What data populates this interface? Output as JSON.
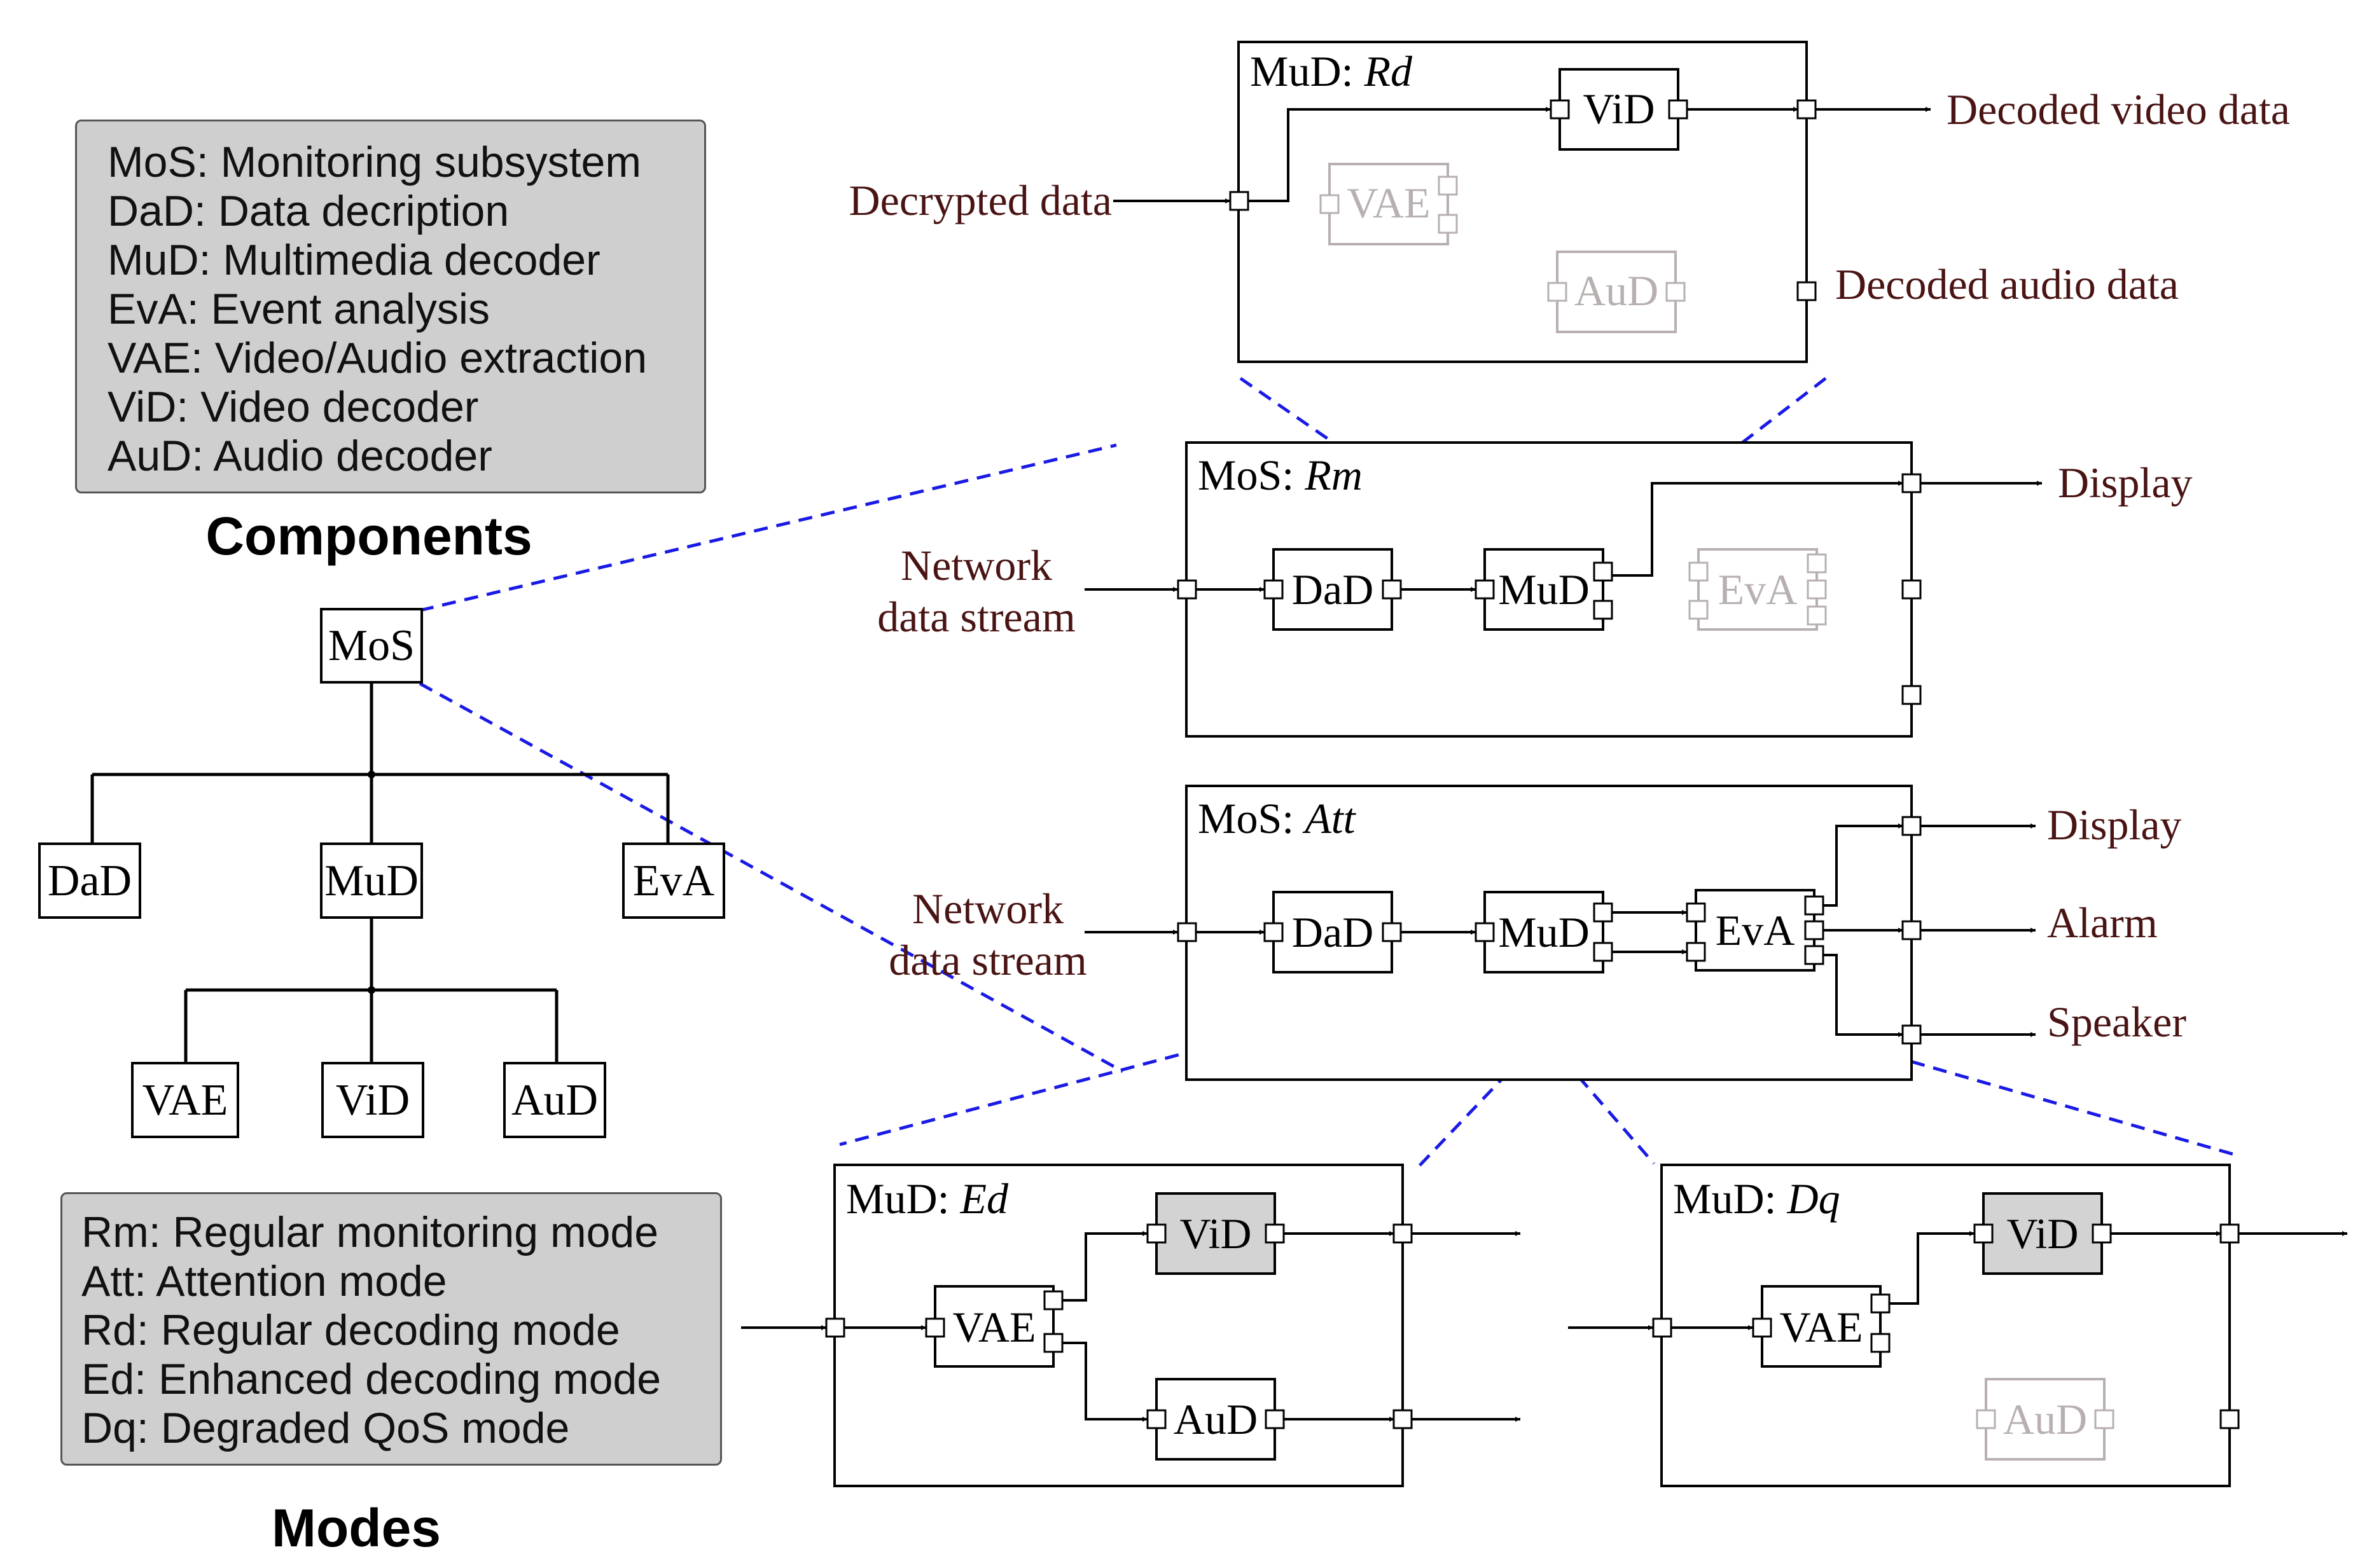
{
  "components_legend": {
    "caption": "Components",
    "items": [
      "MoS: Monitoring subsystem",
      "DaD: Data decription",
      "MuD: Multimedia decoder",
      "EvA: Event analysis",
      "VAE: Video/Audio extraction",
      "ViD: Video decoder",
      "AuD: Audio decoder"
    ]
  },
  "modes_legend": {
    "caption": "Modes",
    "items": [
      "Rm: Regular monitoring mode",
      "Att: Attention mode",
      "Rd: Regular decoding mode",
      "Ed: Enhanced decoding mode",
      "Dq: Degraded QoS mode"
    ]
  },
  "tree": {
    "root": "MoS",
    "level1": [
      "DaD",
      "MuD",
      "EvA"
    ],
    "level2": [
      "VAE",
      "ViD",
      "AuD"
    ]
  },
  "mode_rd": {
    "component": "MuD:",
    "mode": "Rd",
    "blocks": {
      "vid": "ViD",
      "vae": "VAE",
      "aud": "AuD"
    },
    "input": "Decrypted data",
    "out_video": "Decoded video data",
    "out_audio": "Decoded audio data"
  },
  "mode_rm": {
    "component": "MoS:",
    "mode": "Rm",
    "blocks": {
      "dad": "DaD",
      "mud": "MuD",
      "eva": "EvA"
    },
    "input_line1": "Network",
    "input_line2": "data stream",
    "output": "Display"
  },
  "mode_att": {
    "component": "MoS:",
    "mode": "Att",
    "blocks": {
      "dad": "DaD",
      "mud": "MuD",
      "eva": "EvA"
    },
    "input_line1": "Network",
    "input_line2": "data stream",
    "outputs": [
      "Display",
      "Alarm",
      "Speaker"
    ]
  },
  "mode_ed": {
    "component": "MuD:",
    "mode": "Ed",
    "blocks": {
      "vae": "VAE",
      "vid": "ViD",
      "aud": "AuD"
    }
  },
  "mode_dq": {
    "component": "MuD:",
    "mode": "Dq",
    "blocks": {
      "vae": "VAE",
      "vid": "ViD",
      "aud": "AuD"
    }
  },
  "colors": {
    "label_text": "#4a1414",
    "zoom_line": "#1a1ae6",
    "inactive": "#b8b0b0",
    "active_fill": "#d3d3d3",
    "legend_fill": "#cfcfcf"
  }
}
